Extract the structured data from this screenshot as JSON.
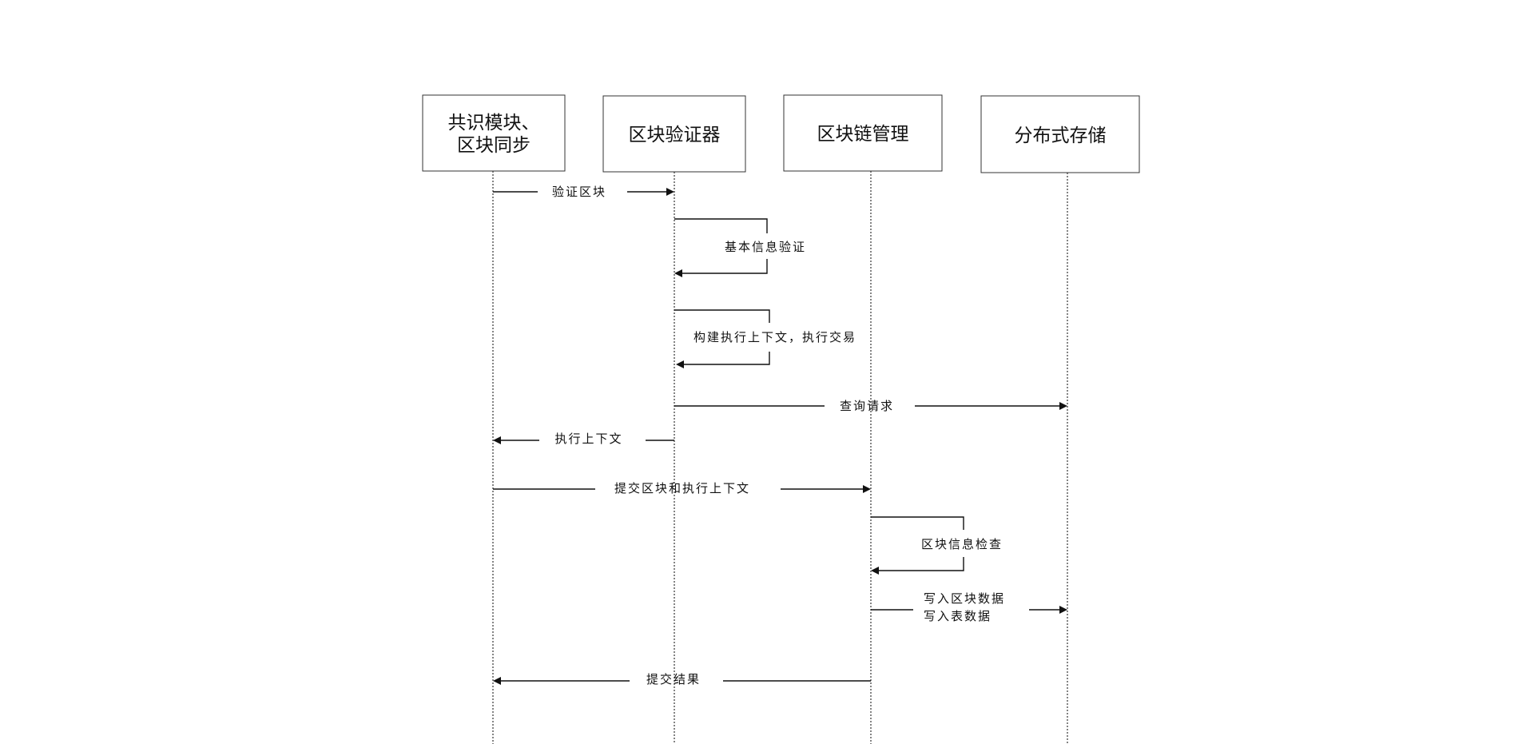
{
  "participants": [
    {
      "id": "consensus",
      "label_lines": [
        "共识模块、",
        "区块同步"
      ]
    },
    {
      "id": "validator",
      "label_lines": [
        "区块验证器"
      ]
    },
    {
      "id": "chainmgr",
      "label_lines": [
        "区块链管理"
      ]
    },
    {
      "id": "storage",
      "label_lines": [
        "分布式存储"
      ]
    }
  ],
  "messages": [
    {
      "id": "verify-block",
      "kind": "call",
      "from": "consensus",
      "to": "validator",
      "label_lines": [
        "验证区块"
      ]
    },
    {
      "id": "basic-info-verify",
      "kind": "self",
      "from": "validator",
      "to": "validator",
      "label_lines": [
        "基本信息验证"
      ]
    },
    {
      "id": "build-context-exec",
      "kind": "self",
      "from": "validator",
      "to": "validator",
      "label_lines": [
        "构建执行上下文，执行交易"
      ]
    },
    {
      "id": "query-request",
      "kind": "call",
      "from": "validator",
      "to": "storage",
      "label_lines": [
        "查询请求"
      ]
    },
    {
      "id": "exec-context",
      "kind": "return",
      "from": "validator",
      "to": "consensus",
      "label_lines": [
        "执行上下文"
      ]
    },
    {
      "id": "commit-block-context",
      "kind": "call",
      "from": "consensus",
      "to": "chainmgr",
      "label_lines": [
        "提交区块和执行上下文"
      ]
    },
    {
      "id": "block-info-check",
      "kind": "self",
      "from": "chainmgr",
      "to": "chainmgr",
      "label_lines": [
        "区块信息检查"
      ]
    },
    {
      "id": "write-data",
      "kind": "call",
      "from": "chainmgr",
      "to": "storage",
      "label_lines": [
        "写入区块数据",
        "写入表数据"
      ]
    },
    {
      "id": "commit-result",
      "kind": "return",
      "from": "chainmgr",
      "to": "consensus",
      "label_lines": [
        "提交结果"
      ]
    }
  ]
}
